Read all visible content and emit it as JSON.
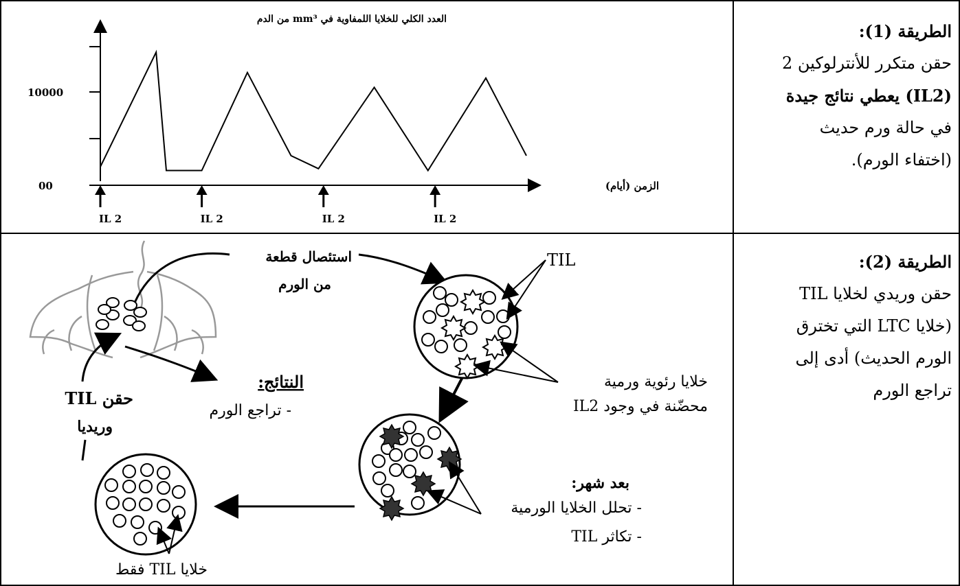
{
  "method1": {
    "title": "الطريقة (1):",
    "lines": [
      "حقن متكرر للأنترلوكين 2",
      "(IL2) يعطي نتائج جيدة",
      "في حالة ورم حديث",
      "(اختفاء الورم)."
    ]
  },
  "method2": {
    "title": "الطريقة (2):",
    "lines": [
      "حقن وريدي لخلايا TIL",
      "(خلايا LTC التي تخترق",
      "الورم الحديث) أدى إلى",
      "تراجع الورم"
    ]
  },
  "chart_data": {
    "type": "line",
    "ylabel": "العدد الكلي للخلايا اللمفاوية في mm³ من الدم",
    "xlabel": "الزمن (أيام)",
    "yticks": [
      "10000",
      "00"
    ],
    "ylim": [
      0,
      15000
    ],
    "injection_label": "IL 2",
    "injections": [
      0,
      10,
      22,
      33
    ],
    "series": [
      {
        "points": [
          [
            0,
            2000
          ],
          [
            5.5,
            14400
          ],
          [
            6.5,
            1600
          ],
          [
            10,
            1600
          ],
          [
            14.5,
            12200
          ],
          [
            18.8,
            3200
          ],
          [
            21.5,
            1800
          ],
          [
            27,
            10600
          ],
          [
            32.3,
            1600
          ],
          [
            38,
            11600
          ],
          [
            42,
            3200
          ]
        ]
      }
    ]
  },
  "diagram": {
    "excision_label_1": "استئصال قطعة",
    "excision_label_2": "من الورم",
    "til_label": "TIL",
    "cultured_cells_1": "خلايا رئوية ورمية",
    "cultured_cells_2": "محضّنة في وجود IL2",
    "results_title": "النتائج:",
    "results_item": "- تراجع الورم",
    "injection_label_1": "حقن TIL",
    "injection_label_2": "وريديا",
    "after_month_title": "بعد شهر:",
    "after_month_item1": "- تحلل الخلايا الورمية",
    "after_month_item2": "- تكاثر TIL",
    "only_til_label": "خلايا TIL فقط"
  }
}
